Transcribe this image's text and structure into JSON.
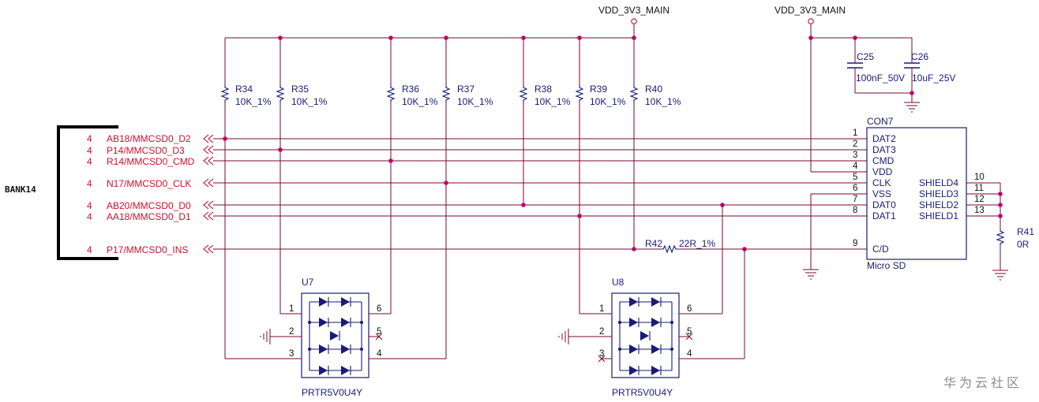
{
  "power": [
    {
      "label": "VDD_3V3_MAIN"
    },
    {
      "label": "VDD_3V3_MAIN"
    }
  ],
  "bank": {
    "label": "BANK14"
  },
  "nets": [
    {
      "num": "4",
      "label": "AB18/MMCSD0_D2"
    },
    {
      "num": "4",
      "label": "P14/MMCSD0_D3"
    },
    {
      "num": "4",
      "label": "R14/MMCSD0_CMD"
    },
    {
      "num": "4",
      "label": "N17/MMCSD0_CLK"
    },
    {
      "num": "4",
      "label": "AB20/MMCSD0_D0"
    },
    {
      "num": "4",
      "label": "AA18/MMCSD0_D1"
    },
    {
      "num": "4",
      "label": "P17/MMCSD0_INS"
    }
  ],
  "resistors": [
    {
      "ref": "R34",
      "value": "10K_1%"
    },
    {
      "ref": "R35",
      "value": "10K_1%"
    },
    {
      "ref": "R36",
      "value": "10K_1%"
    },
    {
      "ref": "R37",
      "value": "10K_1%"
    },
    {
      "ref": "R38",
      "value": "10K_1%"
    },
    {
      "ref": "R39",
      "value": "10K_1%"
    },
    {
      "ref": "R40",
      "value": "10K_1%"
    }
  ],
  "r42": {
    "ref": "R42",
    "value": "22R_1%"
  },
  "r41": {
    "ref": "R41",
    "value": "0R"
  },
  "caps": [
    {
      "ref": "C25",
      "value": "100nF_50V"
    },
    {
      "ref": "C26",
      "value": "10uF_25V"
    }
  ],
  "connector": {
    "ref": "CON7",
    "name": "Micro SD",
    "left_pins": [
      {
        "num": "1",
        "name": "DAT2"
      },
      {
        "num": "2",
        "name": "DAT3"
      },
      {
        "num": "3",
        "name": "CMD"
      },
      {
        "num": "4",
        "name": "VDD"
      },
      {
        "num": "5",
        "name": "CLK"
      },
      {
        "num": "7",
        "name": "VSS"
      },
      {
        "num": "6",
        "name": ""
      },
      {
        "num": "8",
        "name": "DAT0"
      },
      {
        "num": "",
        "name": "DAT1"
      },
      {
        "num": "9",
        "name": "C/D"
      }
    ],
    "right_pins": [
      {
        "num": "10",
        "name": "SHIELD4"
      },
      {
        "num": "11",
        "name": "SHIELD3"
      },
      {
        "num": "12",
        "name": "SHIELD2"
      },
      {
        "num": "13",
        "name": "SHIELD1"
      }
    ]
  },
  "tvs": [
    {
      "ref": "U7",
      "part": "PRTR5V0U4Y",
      "pins": [
        "1",
        "2",
        "3",
        "6",
        "5",
        "4"
      ]
    },
    {
      "ref": "U8",
      "part": "PRTR5V0U4Y",
      "pins": [
        "1",
        "2",
        "3",
        "6",
        "5",
        "4"
      ]
    }
  ],
  "watermark": "华为云社区"
}
